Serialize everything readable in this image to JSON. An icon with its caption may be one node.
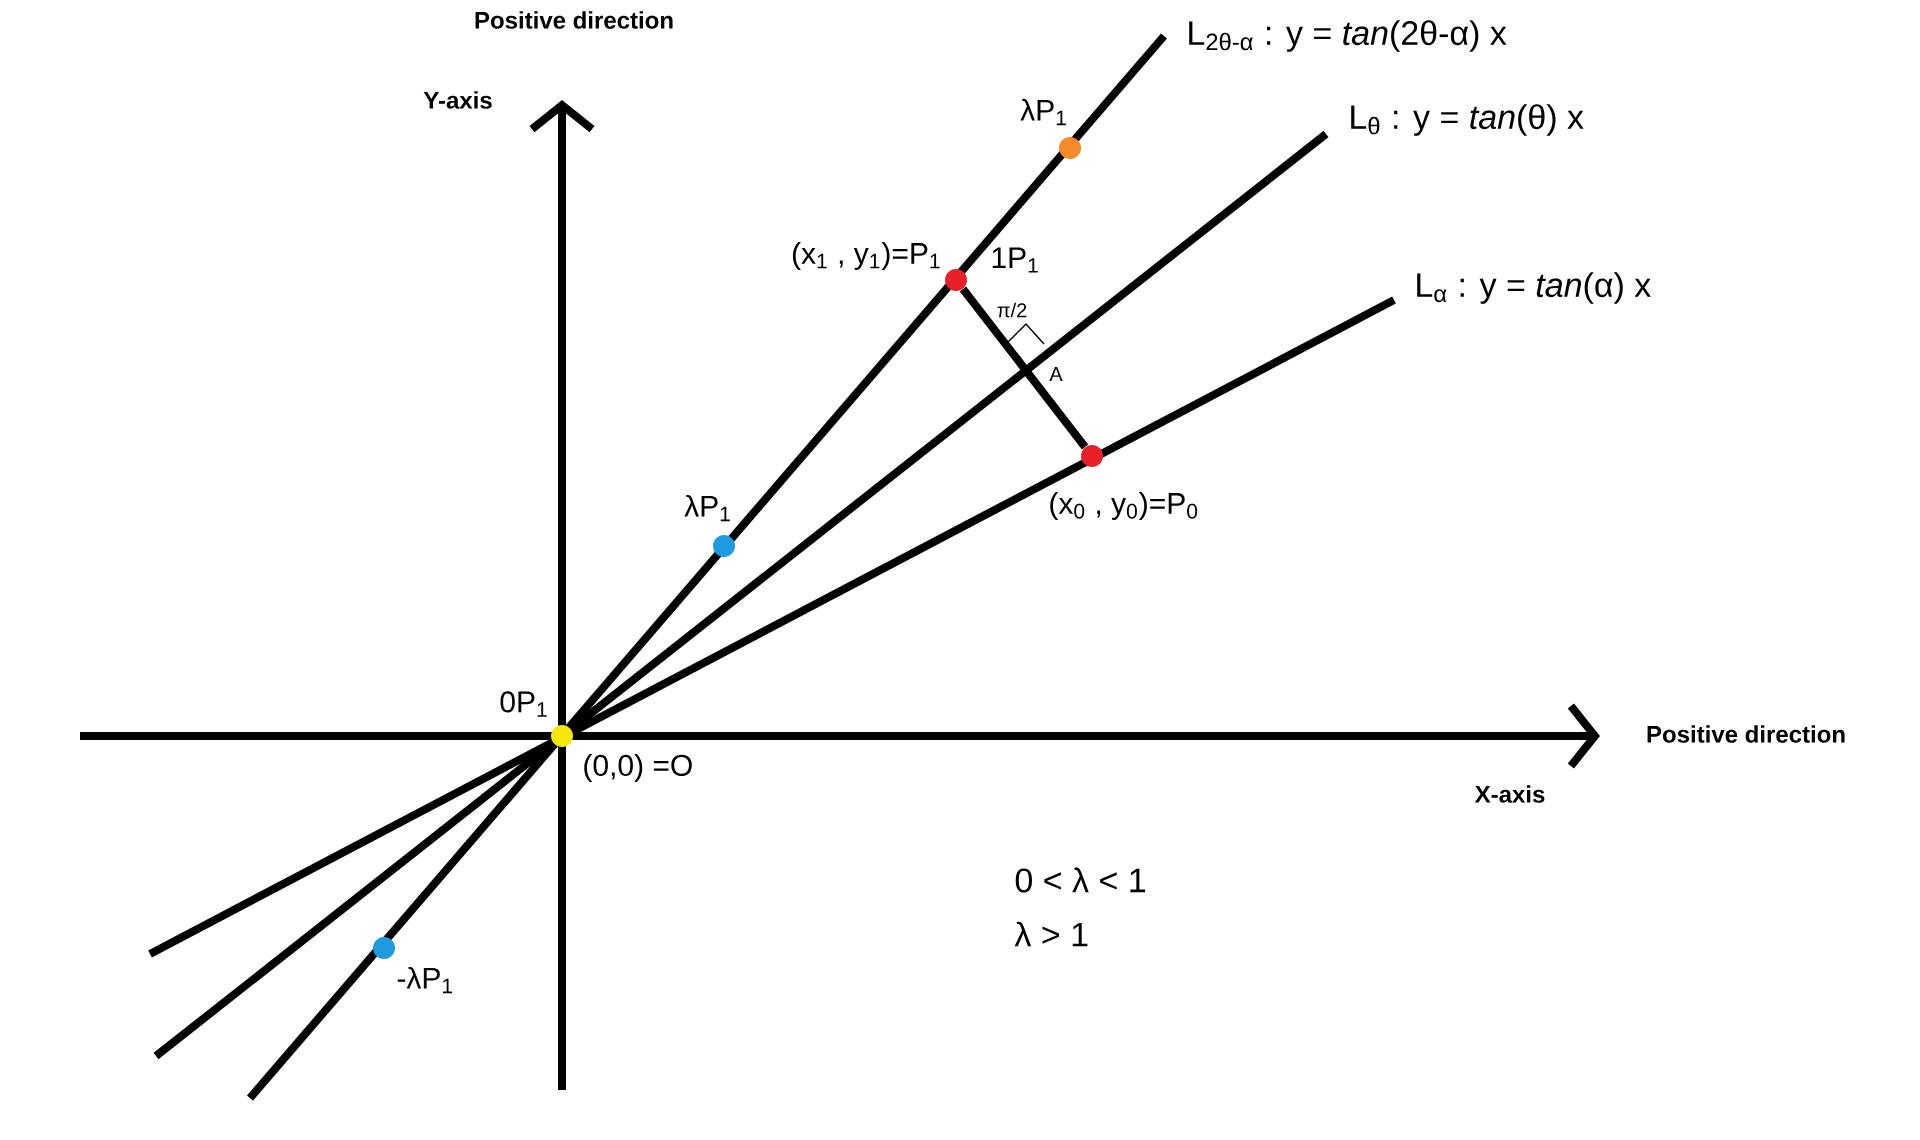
{
  "diagram": {
    "nodes": [
      {
        "text": [],
        "shape": "circle",
        "beside": [
          "0P$_{1}$",
          "(0,0) =O"
        ]
      },
      {
        "text": [],
        "shape": "circle",
        "beside": [
          "λP$_{1}$"
        ]
      },
      {
        "text": [],
        "shape": "circle",
        "beside": [
          "(x$_{1}$ , y$_{1}$)=P$_{1}$",
          "1P$_{1}$"
        ]
      },
      {
        "text": [],
        "shape": "circle",
        "beside": [
          "λP$_{1}$"
        ]
      },
      {
        "text": [],
        "shape": "circle",
        "beside": [
          "(x$_{0}$ , y$_{0}$)=P$_{0}$"
        ]
      },
      {
        "text": [],
        "shape": "circle",
        "beside": [
          "-λP$_{1}$"
        ]
      }
    ],
    "edges": [
      {
        "from": 2,
        "to": 4,
        "arrow": "none"
      }
    ],
    "labels": [
      "Positive direction",
      "Y-axis",
      "L$_{2θ-α}$ : y = *tan*(2θ-α) x",
      "L$_{θ}$ : y = *tan*(θ) x",
      "L$_{α}$ : y = *tan*(α) x",
      "π/2",
      "A",
      "Positive direction",
      "X-axis",
      "0 < λ < 1",
      "λ > 1"
    ]
  }
}
